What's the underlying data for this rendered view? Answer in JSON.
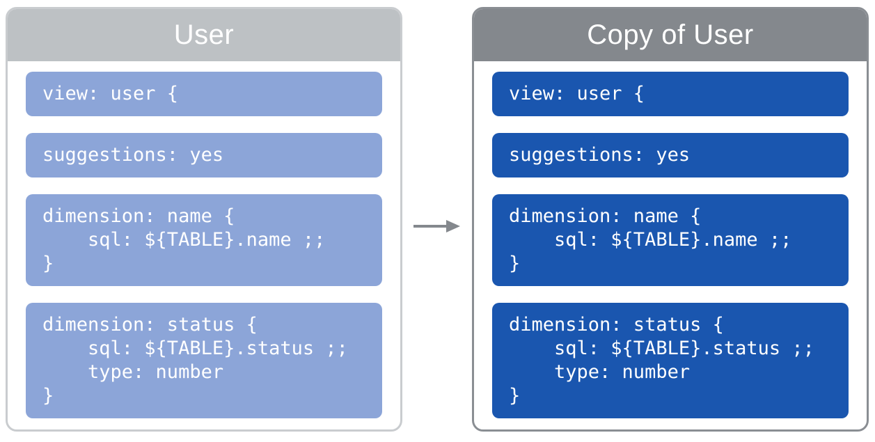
{
  "diagram": {
    "description": "LookML view duplication diagram: a User view and its copy",
    "arrow": {
      "icon": "right-arrow-icon",
      "direction": "right",
      "color": "#84888D"
    },
    "colors": {
      "left_header_gray": "#BDC1C4",
      "left_border_gray": "#C9CCCF",
      "left_block_blue": "#8CA5D8",
      "right_header_gray": "#84888D",
      "right_border_gray": "#8A8E93",
      "right_block_blue": "#1A56AF",
      "code_text": "#FFFFFF",
      "title_text": "#FFFFFF"
    }
  },
  "panels": [
    {
      "title": "User",
      "blocks": [
        {
          "lines": [
            "view: user {"
          ]
        },
        {
          "lines": [
            "suggestions: yes"
          ]
        },
        {
          "lines": [
            "dimension: name {",
            "    sql: ${TABLE}.name ;;",
            "}"
          ]
        },
        {
          "lines": [
            "dimension: status {",
            "    sql: ${TABLE}.status ;;",
            "    type: number",
            "}"
          ]
        }
      ]
    },
    {
      "title": "Copy of User",
      "blocks": [
        {
          "lines": [
            "view: user {"
          ]
        },
        {
          "lines": [
            "suggestions: yes"
          ]
        },
        {
          "lines": [
            "dimension: name {",
            "    sql: ${TABLE}.name ;;",
            "}"
          ]
        },
        {
          "lines": [
            "dimension: status {",
            "    sql: ${TABLE}.status ;;",
            "    type: number",
            "}"
          ]
        }
      ]
    }
  ]
}
